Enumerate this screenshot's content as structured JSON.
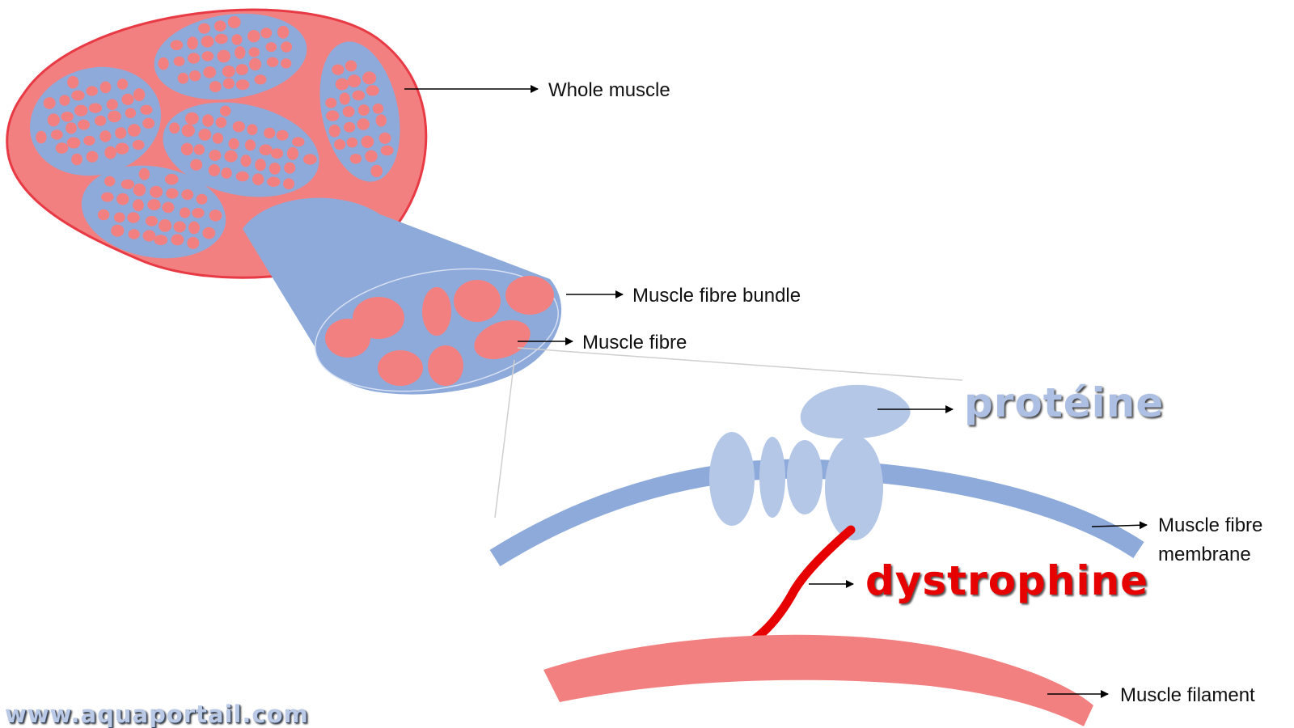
{
  "labels": {
    "whole_muscle": "Whole muscle",
    "fibre_bundle": "Muscle fibre bundle",
    "fibre": "Muscle fibre",
    "protein": "protéine",
    "membrane_line1": "Muscle fibre",
    "membrane_line2": "membrane",
    "dystrophin": "dystrophine",
    "filament": "Muscle filament"
  },
  "watermark": "www.aquaportail.com",
  "colors": {
    "muscle_red": "#f28080",
    "muscle_outline": "#e83a45",
    "fascicle_blue": "#8eaadb",
    "protein_blue": "#b4c7e7",
    "dystrophin_red": "#e60000",
    "protein_text": "#adc0e4",
    "dystrophin_text": "#e60000"
  }
}
